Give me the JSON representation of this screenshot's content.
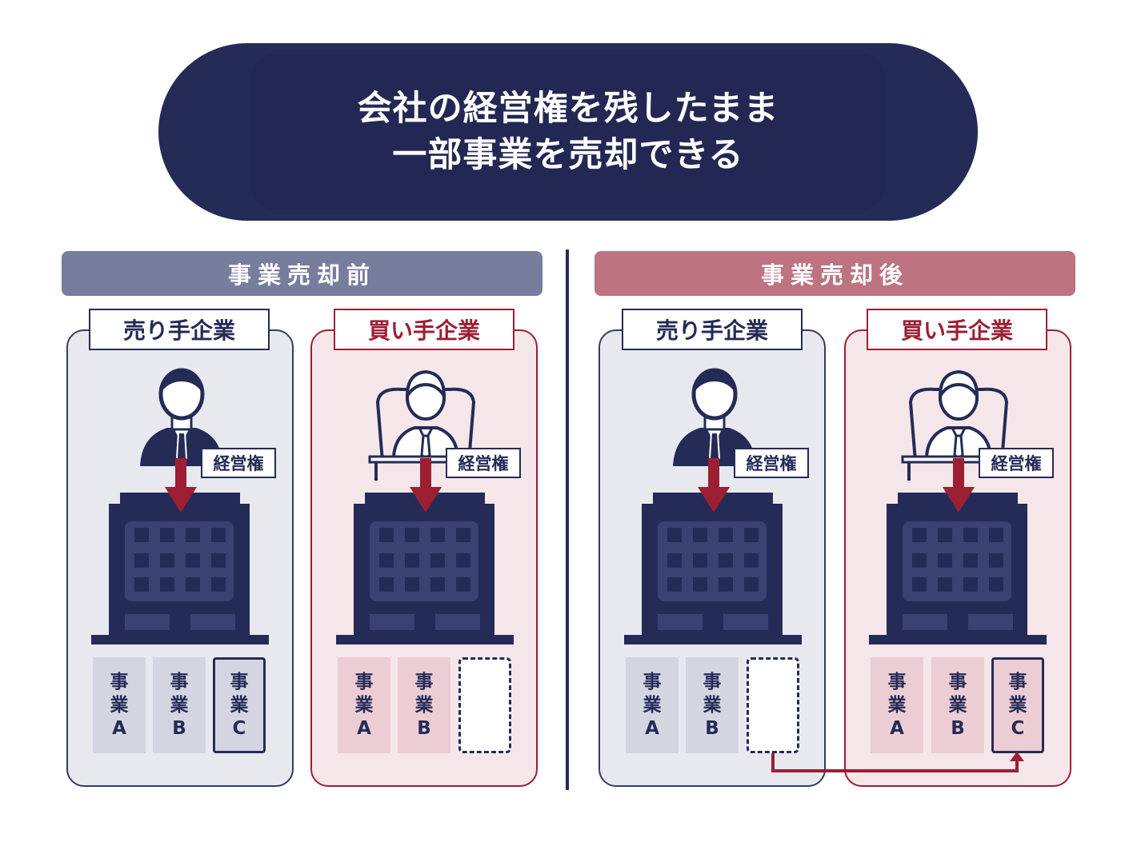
{
  "banner": {
    "line1": "会社の経営権を残したまま",
    "line2": "一部事業を売却できる"
  },
  "sections": {
    "before": "事業売却前",
    "after": "事業売却後"
  },
  "companies": {
    "seller": "売り手企業",
    "buyer": "買い手企業"
  },
  "management_label": "経営権",
  "business_word_1": "事",
  "business_word_2": "業",
  "business_a": "A",
  "business_b": "B",
  "business_c": "C",
  "colors": {
    "navy": "#252b57",
    "crimson": "#9d1f34",
    "before_header": "#777d9c",
    "after_header": "#bd7380",
    "seller_bg": "#e8e9ef",
    "buyer_bg": "#f5e6e9"
  }
}
